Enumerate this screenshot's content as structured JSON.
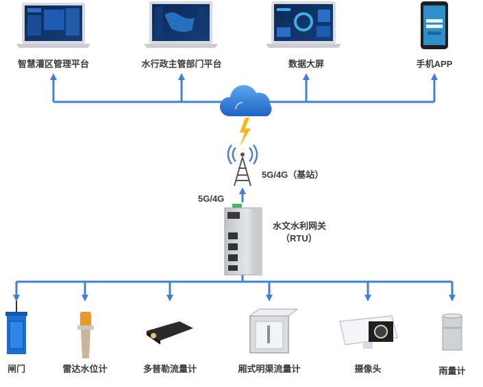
{
  "platforms": [
    {
      "label": "智慧灌区管理平台"
    },
    {
      "label": "水行政主管部门平台"
    },
    {
      "label": "数据大屏"
    },
    {
      "label": "手机APP"
    }
  ],
  "station_label": "5G/4G（基站）",
  "link_label": "5G/4G",
  "gateway": {
    "line1": "水文水利网关",
    "line2": "（RTU）"
  },
  "devices": [
    {
      "label": "闸门"
    },
    {
      "label": "雷达水位计"
    },
    {
      "label": "多普勒流量计"
    },
    {
      "label": "厢式明渠流量计"
    },
    {
      "label": "摄像头"
    },
    {
      "label": "雨量计"
    }
  ],
  "colors": {
    "line": "#3f7fd8",
    "cloud": "#3a86d9",
    "bolt": "#f3b81a"
  }
}
